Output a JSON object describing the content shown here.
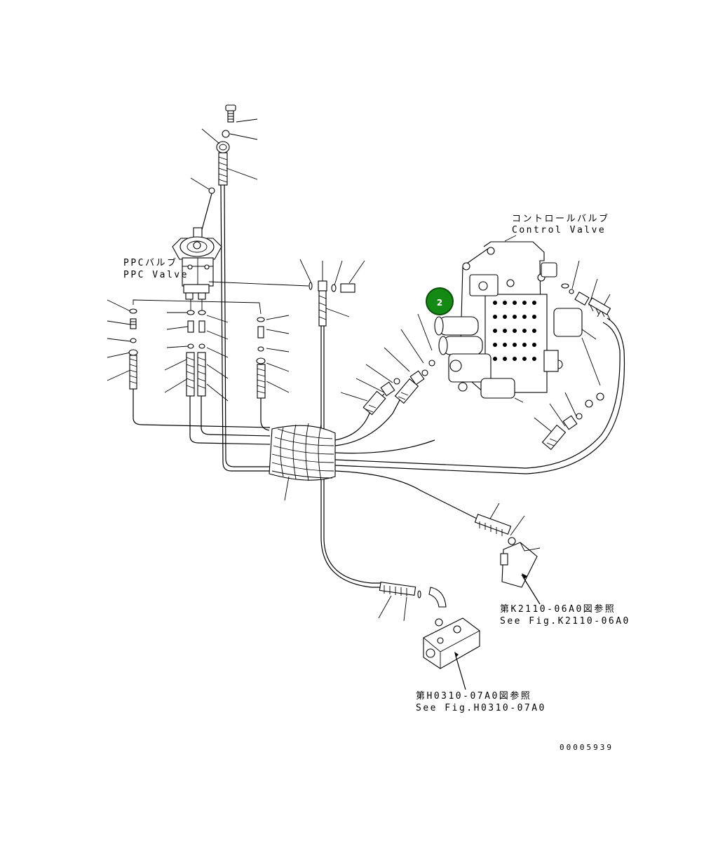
{
  "labels": {
    "control_valve_jp": "コントロールバルブ",
    "control_valve_en": "Control Valve",
    "ppc_valve_jp": "PPCバルブ",
    "ppc_valve_en": "PPC Valve",
    "ref_k2110_jp": "第K2110-06A0図参照",
    "ref_k2110_en": "See Fig.K2110-06A0",
    "ref_h0310_jp": "第H0310-07A0図参照",
    "ref_h0310_en": "See Fig.H0310-07A0",
    "drawing_number": "00005939"
  },
  "callouts": [
    {
      "number": "2",
      "color": "#148a14"
    }
  ]
}
